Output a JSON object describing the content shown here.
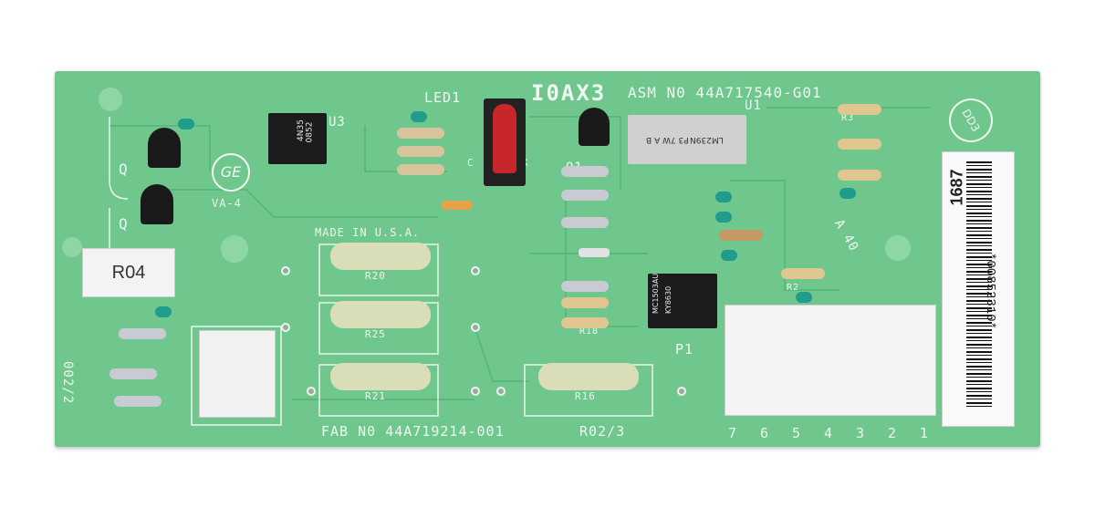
{
  "board_title": "I0AX3",
  "assembly_number": "ASM N0 44A717540-G01",
  "fabrication_number": "FAB N0 44A719214-001",
  "revision_code": "R02/3",
  "made_in": "MADE IN U.S.A.",
  "rev_label": "R04",
  "vertical_code": "002/2",
  "barcode_text": "*00852310*",
  "barcode_digits": "1687",
  "stamp_text": "DD3",
  "lot_marks": "A 40",
  "designators": {
    "led": "LED1",
    "u1": "U1",
    "u3": "U3",
    "q1": "Q1",
    "q_left_top": "Q",
    "q_left_bottom": "Q",
    "va": "VA-4",
    "p1": "P1",
    "r3": "R3",
    "r20": "R20",
    "r25": "R25",
    "r21": "R21",
    "r16": "R16",
    "r18": "R18",
    "r2": "R2",
    "c": "C",
    "k": "K"
  },
  "chips": {
    "u1_text": "LM239N",
    "u1_subtext": "P3 7W A B",
    "u3_text": "4N35",
    "u3_subtext": "0852",
    "mc_text": "MC1503AU",
    "mc_subtext": "KY8630"
  },
  "connector_pins": [
    "7",
    "6",
    "5",
    "4",
    "3",
    "2",
    "1"
  ],
  "colors": {
    "board": "#6fc78e",
    "silkscreen": "#eef7f0",
    "chip": "#1c1c1c",
    "resistor_body": "#d9ddb8",
    "connector": "#f4f4f4"
  }
}
